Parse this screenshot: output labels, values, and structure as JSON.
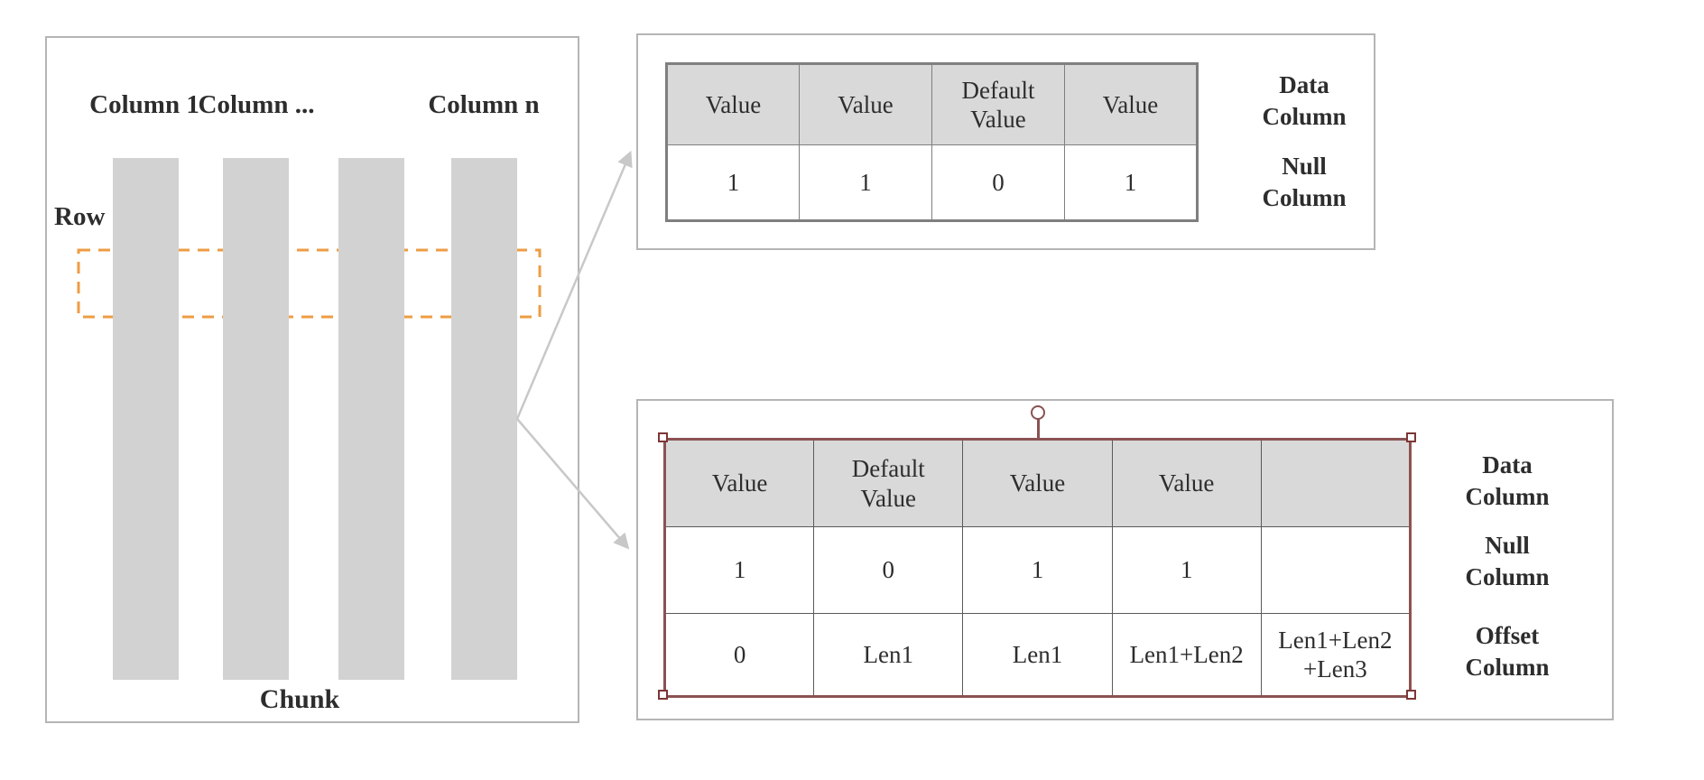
{
  "colors": {
    "panel_border": "#b5b5b5",
    "bar_fill": "#d2d2d2",
    "table_header_fill": "#d9d9d9",
    "top_table_border": "#7f7f7f",
    "inner_cell_border": "#5a5a5a",
    "selection_maroon": "#8a5252",
    "arrow_gray": "#c8c8c8",
    "row_box_orange": "#ee9c44",
    "text": "#2d2d2d"
  },
  "left_panel": {
    "column_labels": [
      "Column 1",
      "Column ...",
      "Column n"
    ],
    "row_label": "Row",
    "chunk_label": "Chunk"
  },
  "top_panel": {
    "table": {
      "headers": [
        "Value",
        "Value",
        "Default\nValue",
        "Value"
      ],
      "values": [
        "1",
        "1",
        "0",
        "1"
      ]
    },
    "side_labels": [
      "Data\nColumn",
      "Null\nColumn"
    ]
  },
  "bottom_panel": {
    "table": {
      "headers": [
        "Value",
        "Default\nValue",
        "Value",
        "Value",
        ""
      ],
      "null_row": [
        "1",
        "0",
        "1",
        "1",
        ""
      ],
      "offset_row": [
        "0",
        "Len1",
        "Len1",
        "Len1+Len2",
        "Len1+Len2\n+Len3"
      ]
    },
    "side_labels": [
      "Data\nColumn",
      "Null\nColumn",
      "Offset\nColumn"
    ]
  }
}
